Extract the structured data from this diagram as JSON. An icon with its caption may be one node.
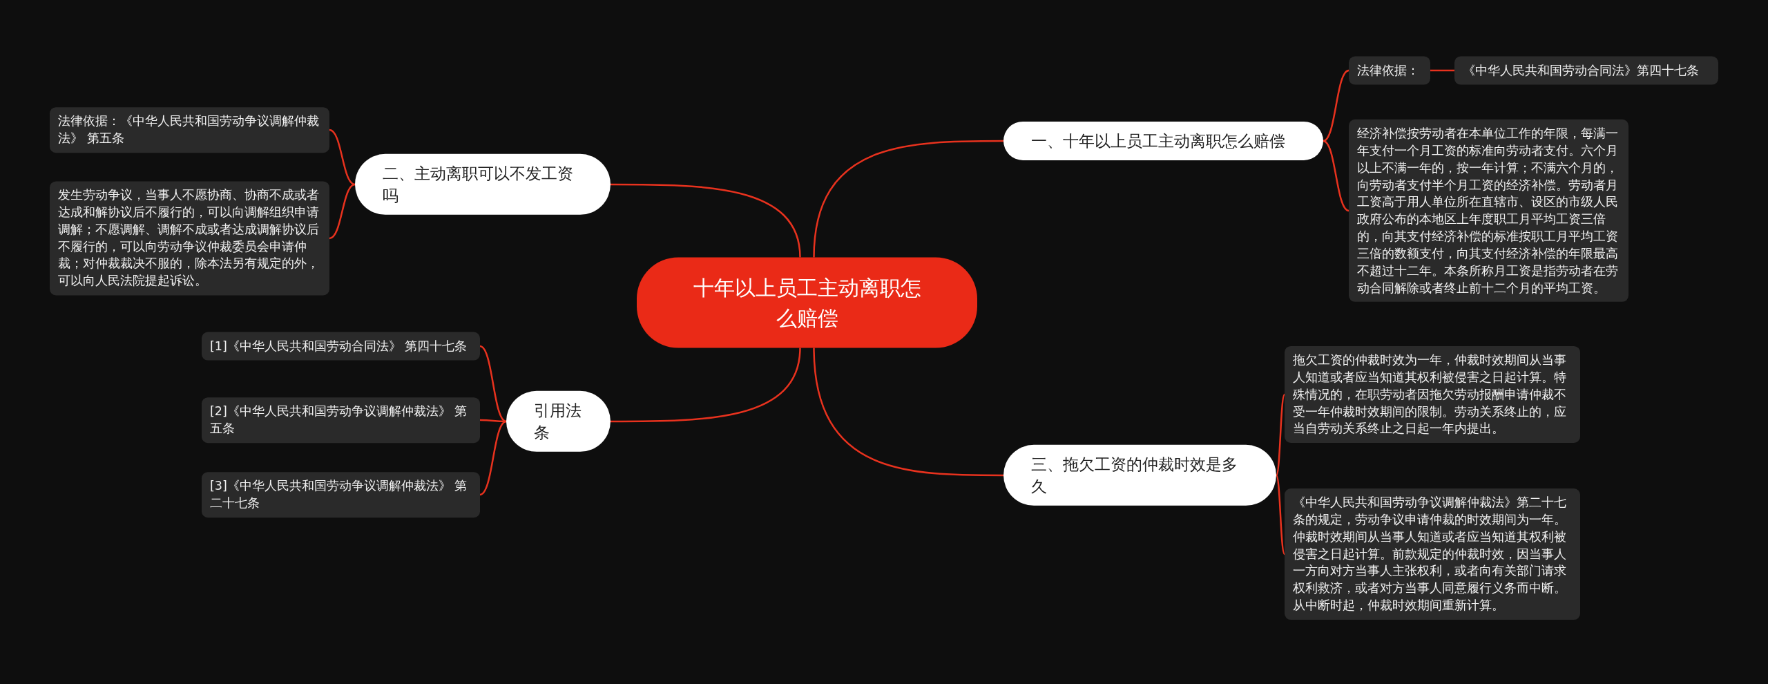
{
  "diagram": {
    "nodes": [
      {
        "text": [
          "十年以上员工主动离职怎么赔偿"
        ]
      },
      {
        "text": [
          "一、十年以上员工主动离职怎么赔偿"
        ]
      },
      {
        "text": [
          "法律依据："
        ]
      },
      {
        "text": [
          "《中华人民共和国劳动合同法》第四十七条"
        ]
      },
      {
        "text": [
          "经济补偿按劳动者在本单位工作的年限，每满一年支付一个月工资的标准向劳动者支付。六个月以上不满一年的，按一年计算；不满六个月的，向劳动者支付半个月工资的经济补偿。劳动者月工资高于用人单位所在直辖市、设区的市级人民政府公布的本地区上年度职工月平均工资三倍的，向其支付经济补偿的标准按职工月平均工资三倍的数额支付，向其支付经济补偿的年限最高不超过十二年。本条所称月工资是指劳动者在劳动合同解除或者终止前十二个月的平均工资。"
        ]
      },
      {
        "text": [
          "二、主动离职可以不发工资吗"
        ]
      },
      {
        "text": [
          "法律依据：《中华人民共和国劳动争议调解仲裁法》 第五条"
        ]
      },
      {
        "text": [
          "发生劳动争议，当事人不愿协商、协商不成或者达成和解协议后不履行的，可以向调解组织申请调解；不愿调解、调解不成或者达成调解协议后不履行的，可以向劳动争议仲裁委员会申请仲裁；对仲裁裁决不服的，除本法另有规定的外，可以向人民法院提起诉讼。"
        ]
      },
      {
        "text": [
          "引用法条"
        ]
      },
      {
        "text": [
          "[1]《中华人民共和国劳动合同法》 第四十七条"
        ]
      },
      {
        "text": [
          "[2]《中华人民共和国劳动争议调解仲裁法》 第五条"
        ]
      },
      {
        "text": [
          "[3]《中华人民共和国劳动争议调解仲裁法》 第二十七条"
        ]
      },
      {
        "text": [
          "三、拖欠工资的仲裁时效是多久"
        ]
      },
      {
        "text": [
          "拖欠工资的仲裁时效为一年，仲裁时效期间从当事人知道或者应当知道其权利被侵害之日起计算。特殊情况的，在职劳动者因拖欠劳动报酬申请仲裁不受一年仲裁时效期间的限制。劳动关系终止的，应当自劳动关系终止之日起一年内提出。"
        ]
      },
      {
        "text": [
          "《中华人民共和国劳动争议调解仲裁法》第二十七条的规定，劳动争议申请仲裁的时效期间为一年。仲裁时效期间从当事人知道或者应当知道其权利被侵害之日起计算。前款规定的仲裁时效，因当事人一方向对方当事人主张权利，或者向有关部门请求权利救济，或者对方当事人同意履行义务而中断。从中断时起，仲裁时效期间重新计算。"
        ]
      }
    ],
    "edges": [
      {
        "from": 0,
        "to": 1,
        "arrow": "none"
      },
      {
        "from": 1,
        "to": 2,
        "arrow": "none"
      },
      {
        "from": 2,
        "to": 3,
        "arrow": "none"
      },
      {
        "from": 1,
        "to": 4,
        "arrow": "none"
      },
      {
        "from": 0,
        "to": 5,
        "arrow": "none"
      },
      {
        "from": 5,
        "to": 6,
        "arrow": "none"
      },
      {
        "from": 5,
        "to": 7,
        "arrow": "none"
      },
      {
        "from": 0,
        "to": 8,
        "arrow": "none"
      },
      {
        "from": 8,
        "to": 9,
        "arrow": "none"
      },
      {
        "from": 8,
        "to": 10,
        "arrow": "none"
      },
      {
        "from": 8,
        "to": 11,
        "arrow": "none"
      },
      {
        "from": 0,
        "to": 12,
        "arrow": "none"
      },
      {
        "from": 12,
        "to": 13,
        "arrow": "none"
      },
      {
        "from": 12,
        "to": 14,
        "arrow": "none"
      }
    ]
  }
}
